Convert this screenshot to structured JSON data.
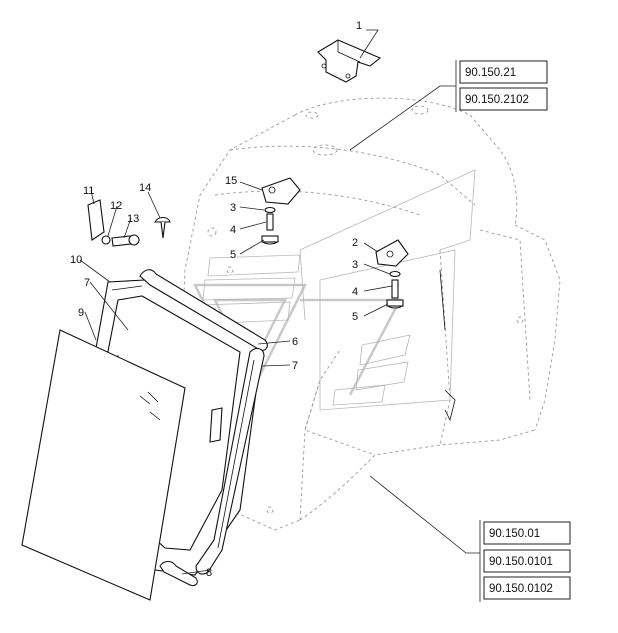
{
  "callouts": [
    {
      "id": "c1",
      "label": "1"
    },
    {
      "id": "c2",
      "label": "2"
    },
    {
      "id": "c3a",
      "label": "3"
    },
    {
      "id": "c3b",
      "label": "3"
    },
    {
      "id": "c4a",
      "label": "4"
    },
    {
      "id": "c4b",
      "label": "4"
    },
    {
      "id": "c5a",
      "label": "5"
    },
    {
      "id": "c5b",
      "label": "5"
    },
    {
      "id": "c6",
      "label": "6"
    },
    {
      "id": "c7a",
      "label": "7"
    },
    {
      "id": "c7b",
      "label": "7"
    },
    {
      "id": "c8",
      "label": "8"
    },
    {
      "id": "c9",
      "label": "9"
    },
    {
      "id": "c10",
      "label": "10"
    },
    {
      "id": "c11",
      "label": "11"
    },
    {
      "id": "c12",
      "label": "12"
    },
    {
      "id": "c13",
      "label": "13"
    },
    {
      "id": "c14",
      "label": "14"
    },
    {
      "id": "c15",
      "label": "15"
    }
  ],
  "references": {
    "top": [
      "90.150.21",
      "90.150.2102"
    ],
    "bottom": [
      "90.150.01",
      "90.150.0101",
      "90.150.0102"
    ]
  }
}
